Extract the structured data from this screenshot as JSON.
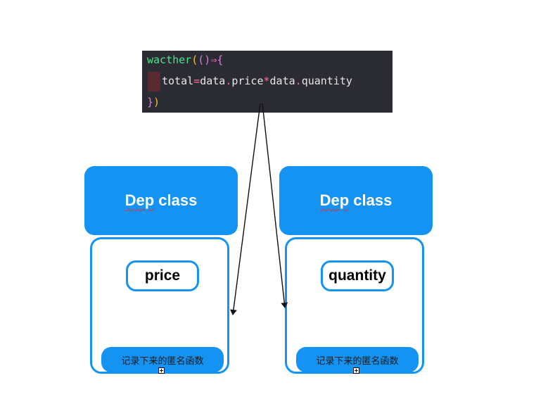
{
  "code": {
    "line1": {
      "kw": "wacther",
      "p_open": "(",
      "p_inner": "()",
      "arrow": "⇒",
      "brace": "{"
    },
    "line2": {
      "a": "total",
      "eq": "=",
      "b": "data",
      "dot1": ".",
      "c": "price",
      "star": "*",
      "d": "data",
      "dot2": ".",
      "e": "quantity"
    },
    "line3": {
      "brace": "}",
      "p_close": ")"
    }
  },
  "deps": [
    {
      "header_word": "Dep",
      "header_rest": " class",
      "pill": "price",
      "record": "记录下来的匿名函数"
    },
    {
      "header_word": "Dep",
      "header_rest": " class",
      "pill": "quantity",
      "record": "记录下来的匿名函数"
    }
  ],
  "colors": {
    "accent": "#1493f2",
    "code_bg": "#2b2b33"
  }
}
